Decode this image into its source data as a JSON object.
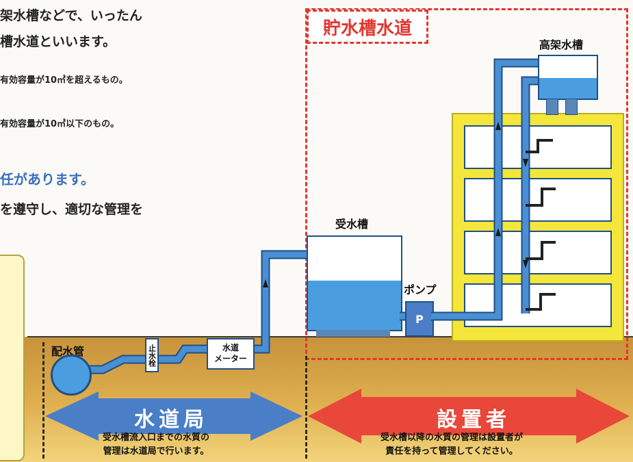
{
  "intro": {
    "line1": "架水槽などで、いったん",
    "line2": "槽水道といいます。",
    "note1": "有効容量が10㎥を超えるもの。",
    "note2": "有効容量が10㎥以下のもの。",
    "heading": "任があります。",
    "line3": "を遵守し、適切な管理を"
  },
  "region_tag": "貯水槽水道",
  "labels": {
    "elevated_tank": "高架水槽",
    "receiving_tank": "受水槽",
    "pump": "ポンプ",
    "pump_symbol": "P",
    "main_pipe": "配水管",
    "stop_valve": "止水栓",
    "meter_line1": "水道",
    "meter_line2": "メーター"
  },
  "arrows": {
    "left": {
      "title": "水道局",
      "caption_line1": "受水槽流入口までの水質の",
      "caption_line2": "管理は水道局で行います。",
      "color": "#4a7ec7"
    },
    "right": {
      "title": "設置者",
      "caption_line1": "受水槽以降の水質の管理は設置者が",
      "caption_line2": "責任を持って管理してください。",
      "color": "#e8473a"
    }
  },
  "colors": {
    "water": "#4a9ee0",
    "building": "#f4e63a",
    "boundary": "#e2362f"
  }
}
